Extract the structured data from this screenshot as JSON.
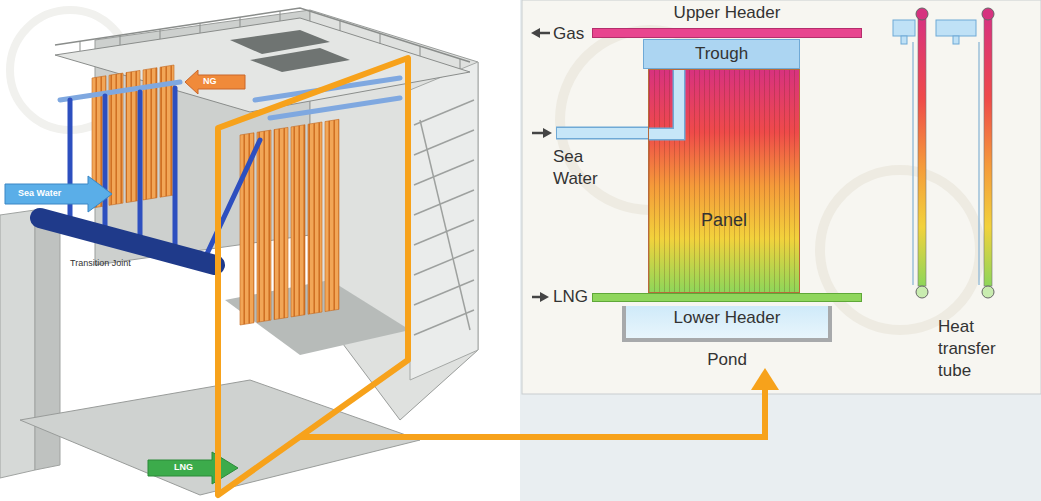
{
  "diagram": {
    "nodes": [
      {
        "text": [
          "Upper Header"
        ]
      },
      {
        "text": [
          "Trough"
        ]
      },
      {
        "text": [
          "Panel"
        ]
      },
      {
        "text": [
          "Lower Header"
        ]
      },
      {
        "text": [
          "Pond"
        ]
      }
    ],
    "labels": [
      "NG",
      "Sea Water",
      "Transition Joint",
      "LNG",
      "Gas",
      "Sea Water",
      "LNG",
      "Heat transfer tube"
    ]
  }
}
